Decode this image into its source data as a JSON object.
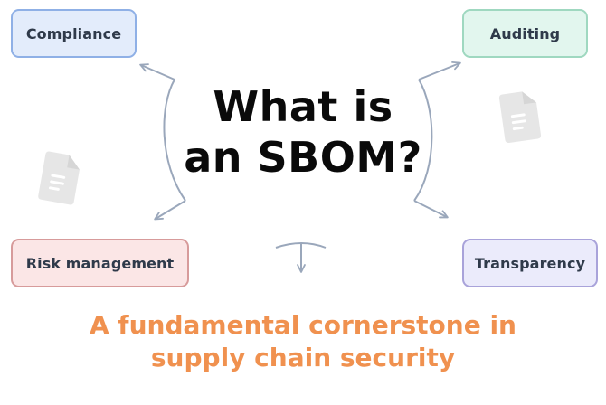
{
  "title": {
    "line1": "What is",
    "line2": "an SBOM?"
  },
  "subtitle": {
    "line1": "A fundamental cornerstone in",
    "line2": "supply chain security"
  },
  "nodes": {
    "compliance": "Compliance",
    "auditing": "Auditing",
    "risk_management": "Risk management",
    "transparency": "Transparency"
  },
  "colors": {
    "subtitle": "#f0914f",
    "connector": "#9aa7bb",
    "compliance_fill": "#e3ecfb",
    "auditing_fill": "#e2f6ee",
    "risk_fill": "#fbe6e6",
    "transparency_fill": "#ebebfb"
  },
  "icons": [
    "document-icon",
    "document-icon"
  ]
}
